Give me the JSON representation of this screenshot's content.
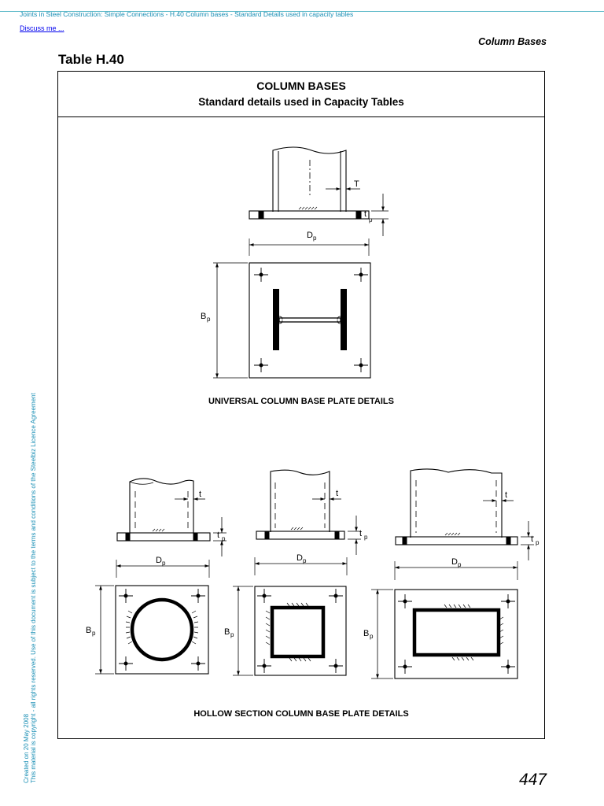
{
  "header": {
    "breadcrumb": "Joints in Steel Construction: Simple Connections - H.40 Column bases - Standard Details used in capacity tables",
    "discuss_link": "Discuss me ...",
    "section_title": "Column Bases"
  },
  "table_title": "Table H.40",
  "frame": {
    "title": "COLUMN BASES",
    "subtitle": "Standard details used in Capacity Tables"
  },
  "universal_column": {
    "caption": "UNIVERSAL COLUMN BASE PLATE DETAILS",
    "labels": {
      "flange": "T",
      "plate_thickness": "t",
      "plate_thickness_sub": "p",
      "depth": "D",
      "depth_sub": "p",
      "breadth": "B",
      "breadth_sub": "p"
    }
  },
  "hollow_sections": {
    "caption": "HOLLOW SECTION COLUMN BASE PLATE DETAILS",
    "labels": {
      "wall": "t",
      "plate_thickness": "t",
      "plate_thickness_sub": "p",
      "depth": "D",
      "depth_sub": "p",
      "breadth": "B",
      "breadth_sub": "p"
    }
  },
  "side_note": {
    "line1": "Created on 20 May 2008",
    "line2": "This material is copyright - all rights reserved. Use of this document is subject to the terms and conditions of the Steelbiz Licence Agreement"
  },
  "page_number": "447"
}
